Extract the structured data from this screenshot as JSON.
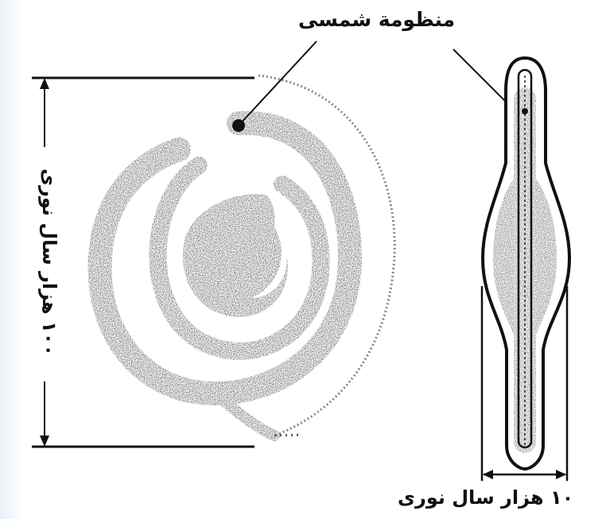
{
  "labels": {
    "solar_system": "منظومة شمسی",
    "diameter": "۱۰۰ هزار سال نوری",
    "thickness": "۱۰ هزار سال نوری"
  },
  "colors": {
    "ink": "#111111",
    "stipple": "#444444",
    "background": "#ffffff",
    "left_tint": "#e9f1f8"
  }
}
